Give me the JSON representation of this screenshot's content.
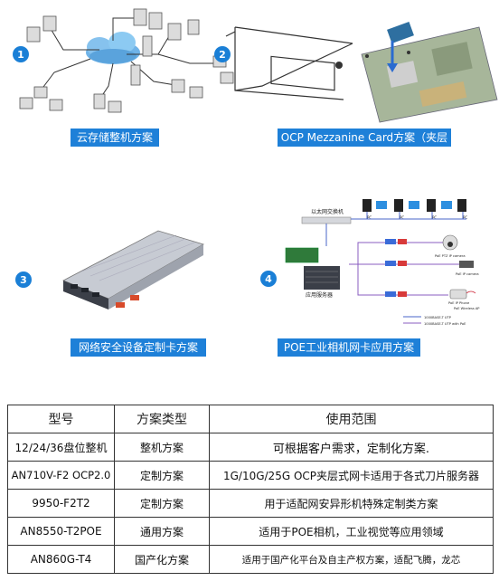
{
  "panels": [
    {
      "number": "1",
      "caption": "云存储整机方案"
    },
    {
      "number": "2",
      "caption": "OCP Mezzanine Card方案（夹层卡）"
    },
    {
      "number": "3",
      "caption": "网络安全设备定制卡方案"
    },
    {
      "number": "4",
      "caption": "POE工业相机网卡应用方案"
    }
  ],
  "diagram4": {
    "switch_label": "以太网交换机",
    "server_label": "应用服务器",
    "pc_label": "PC",
    "camera_label": "PoE PTZ IP camera",
    "camera2_label": "PoE IP camera",
    "phone_label": "PoE IP Phone",
    "ap_label": "PoE Wireless AP",
    "legend_1": "1000BASE-T UTP",
    "legend_2": "1000BASE-T UTP with PoE",
    "colors": {
      "blue_line": "#4a66c8",
      "purple_line": "#8a5cc0"
    }
  },
  "table": {
    "headers": [
      "型号",
      "方案类型",
      "使用范围"
    ],
    "rows": [
      [
        "12/24/36盘位整机",
        "整机方案",
        "可根据客户需求，定制化方案."
      ],
      [
        "AN710V-F2 OCP2.0",
        "定制方案",
        "1G/10G/25G OCP夹层式网卡适用于各式刀片服务器"
      ],
      [
        "9950-F2T2",
        "定制方案",
        "用于适配网安异形机特殊定制类方案"
      ],
      [
        "AN8550-T2POE",
        "通用方案",
        "适用于POE相机，工业视觉等应用领域"
      ],
      [
        "AN860G-T4",
        "国产化方案",
        "适用于国产化平台及自主产权方案，适配飞腾，龙芯"
      ]
    ]
  },
  "colors": {
    "accent": "#1e80d8",
    "badge": "#1a7fd6"
  }
}
